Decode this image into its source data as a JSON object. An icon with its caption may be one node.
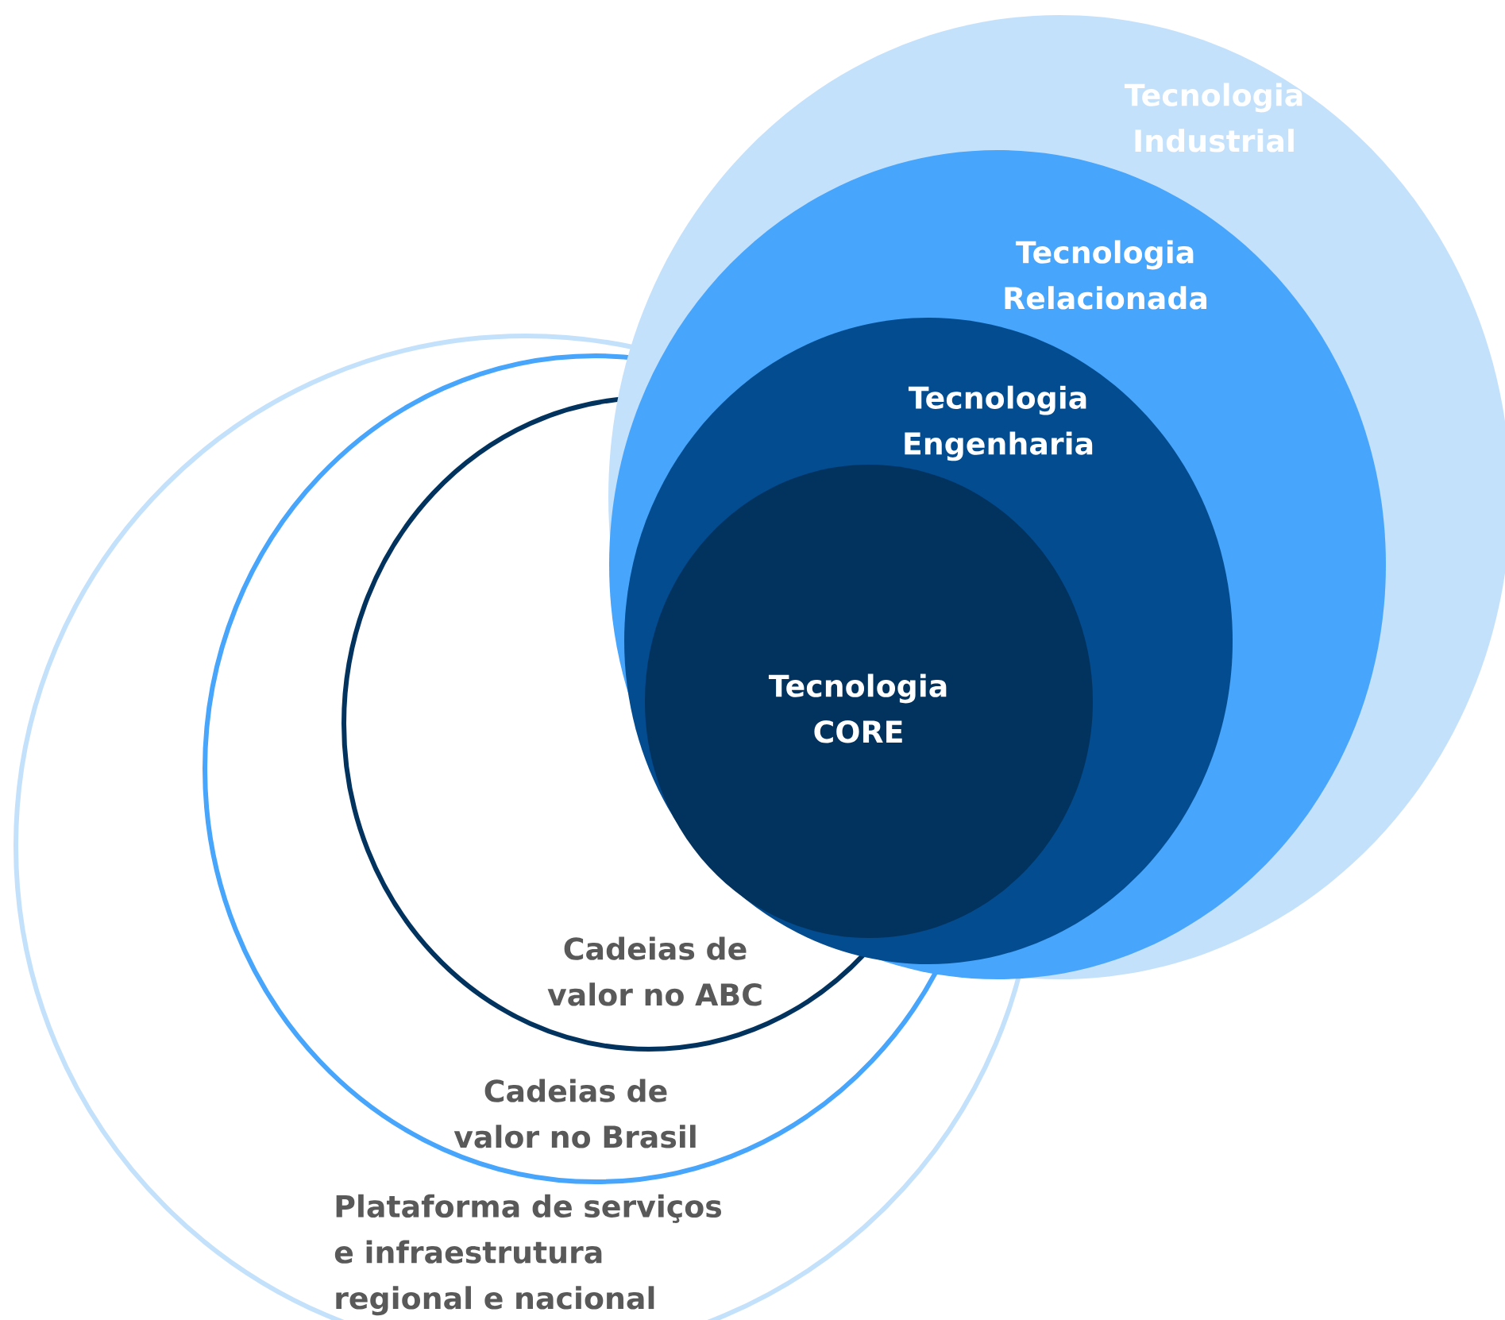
{
  "diagram": {
    "nodes": [
      {
        "text": [
          "Tecnologia Industrial"
        ]
      },
      {
        "text": [
          "Tecnologia Relacionada"
        ],
        "in": 0
      },
      {
        "text": [
          "Tecnologia Engenharia"
        ],
        "in": 1
      },
      {
        "text": [
          "Tecnologia CORE"
        ],
        "in": 2
      },
      {
        "text": [
          "Plataforma de serviços e infraestrutura regional e nacional"
        ]
      },
      {
        "text": [
          "Cadeias de valor no Brasil"
        ],
        "in": 4
      },
      {
        "text": [
          "Cadeias de valor no ABC"
        ],
        "in": 5
      }
    ]
  }
}
